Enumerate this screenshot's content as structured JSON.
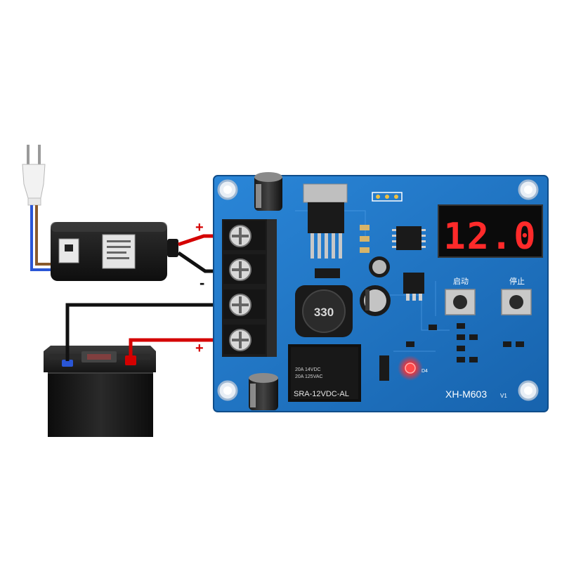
{
  "board": {
    "model": "XH-M603",
    "version": "V1",
    "display_reading": "12.0",
    "start_label": "启动",
    "stop_label": "停止",
    "inductor_code": "330",
    "relay_model": "SRA-12VDC-AL",
    "relay_rating_1": "20A 14VDC",
    "relay_rating_2": "20A 125VAC",
    "indicator_led": "D4"
  },
  "terminals": {
    "plus_top": "+",
    "minus_mid": "-",
    "plus_bottom": "+"
  },
  "colors": {
    "pcb": "#1f78c8",
    "pcb_dark": "#14589a",
    "display_digit": "#ff2a2a",
    "wire_red": "#d40000",
    "wire_black": "#111111",
    "wire_blue": "#2a56d6",
    "wire_brown": "#8a5a2b"
  }
}
